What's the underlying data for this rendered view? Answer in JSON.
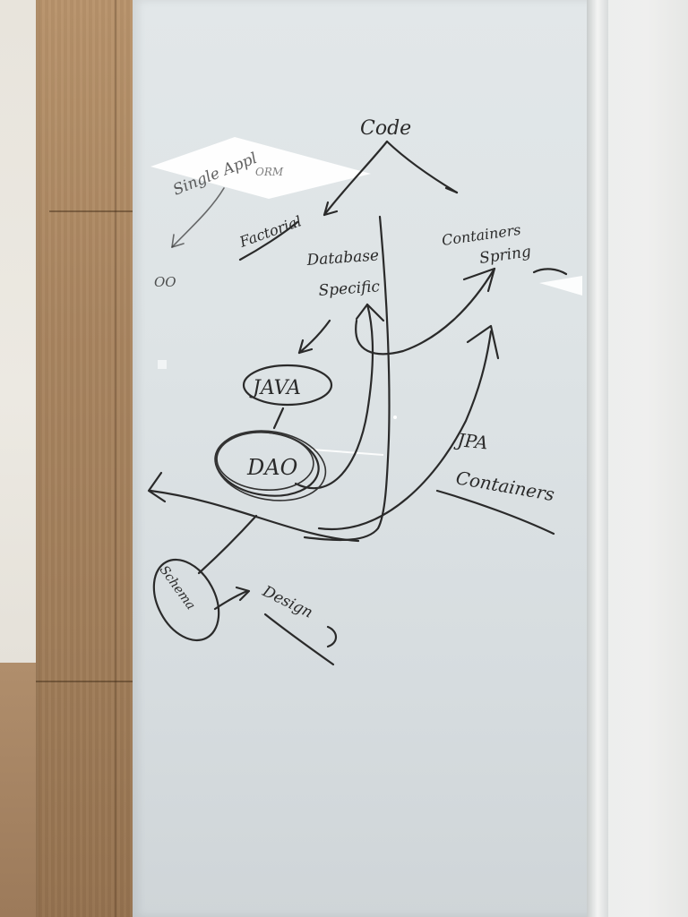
{
  "whiteboard": {
    "code": "Code",
    "single_app": "Single Appl",
    "orm": "ORM",
    "fractional": "Factorial",
    "oo": "OO",
    "database_specific": [
      "Database",
      "Specific"
    ],
    "containers": [
      "Containers",
      "Spring"
    ],
    "java": "JAVA",
    "dao": "DAO",
    "jpa": [
      "JPA",
      "Containers"
    ],
    "schema": "Schema",
    "design": "Design"
  }
}
